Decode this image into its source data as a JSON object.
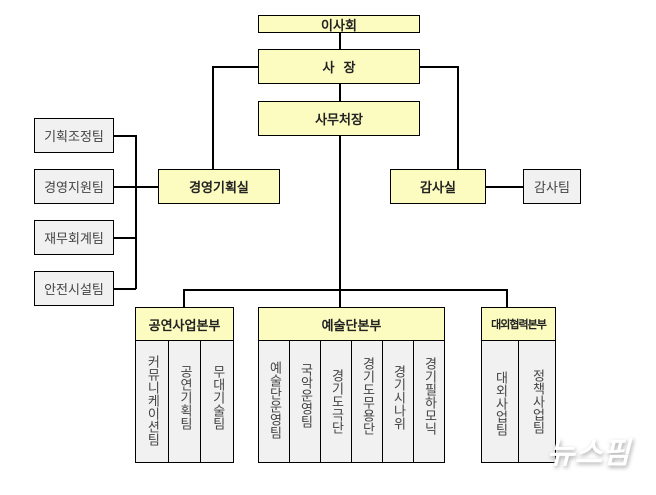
{
  "top": {
    "board": "이사회",
    "president": "사  장",
    "secretary_general": "사무처장"
  },
  "offices": {
    "planning": "경영기획실",
    "audit": "감사실"
  },
  "planning_teams": [
    "기획조정팀",
    "경영지원팀",
    "재무회계팀",
    "안전시설팀"
  ],
  "audit_team": "감사팀",
  "divisions": [
    {
      "name": "공연사업본부",
      "teams": [
        "커뮤니케이션팀",
        "공연기획팀",
        "무대기술팀"
      ]
    },
    {
      "name": "예술단본부",
      "teams": [
        "예술단운영팀",
        "국악운영팀",
        "경기도극단",
        "경기도무용단",
        "경기시나위",
        "경기필하모닉"
      ]
    },
    {
      "name": "대외협력본부",
      "teams": [
        "대외사업팀",
        "정책사업팀"
      ]
    }
  ],
  "watermark": "뉴스핌",
  "colors": {
    "header_fill": "#fcfcc0",
    "team_fill": "#f1f1f1"
  }
}
